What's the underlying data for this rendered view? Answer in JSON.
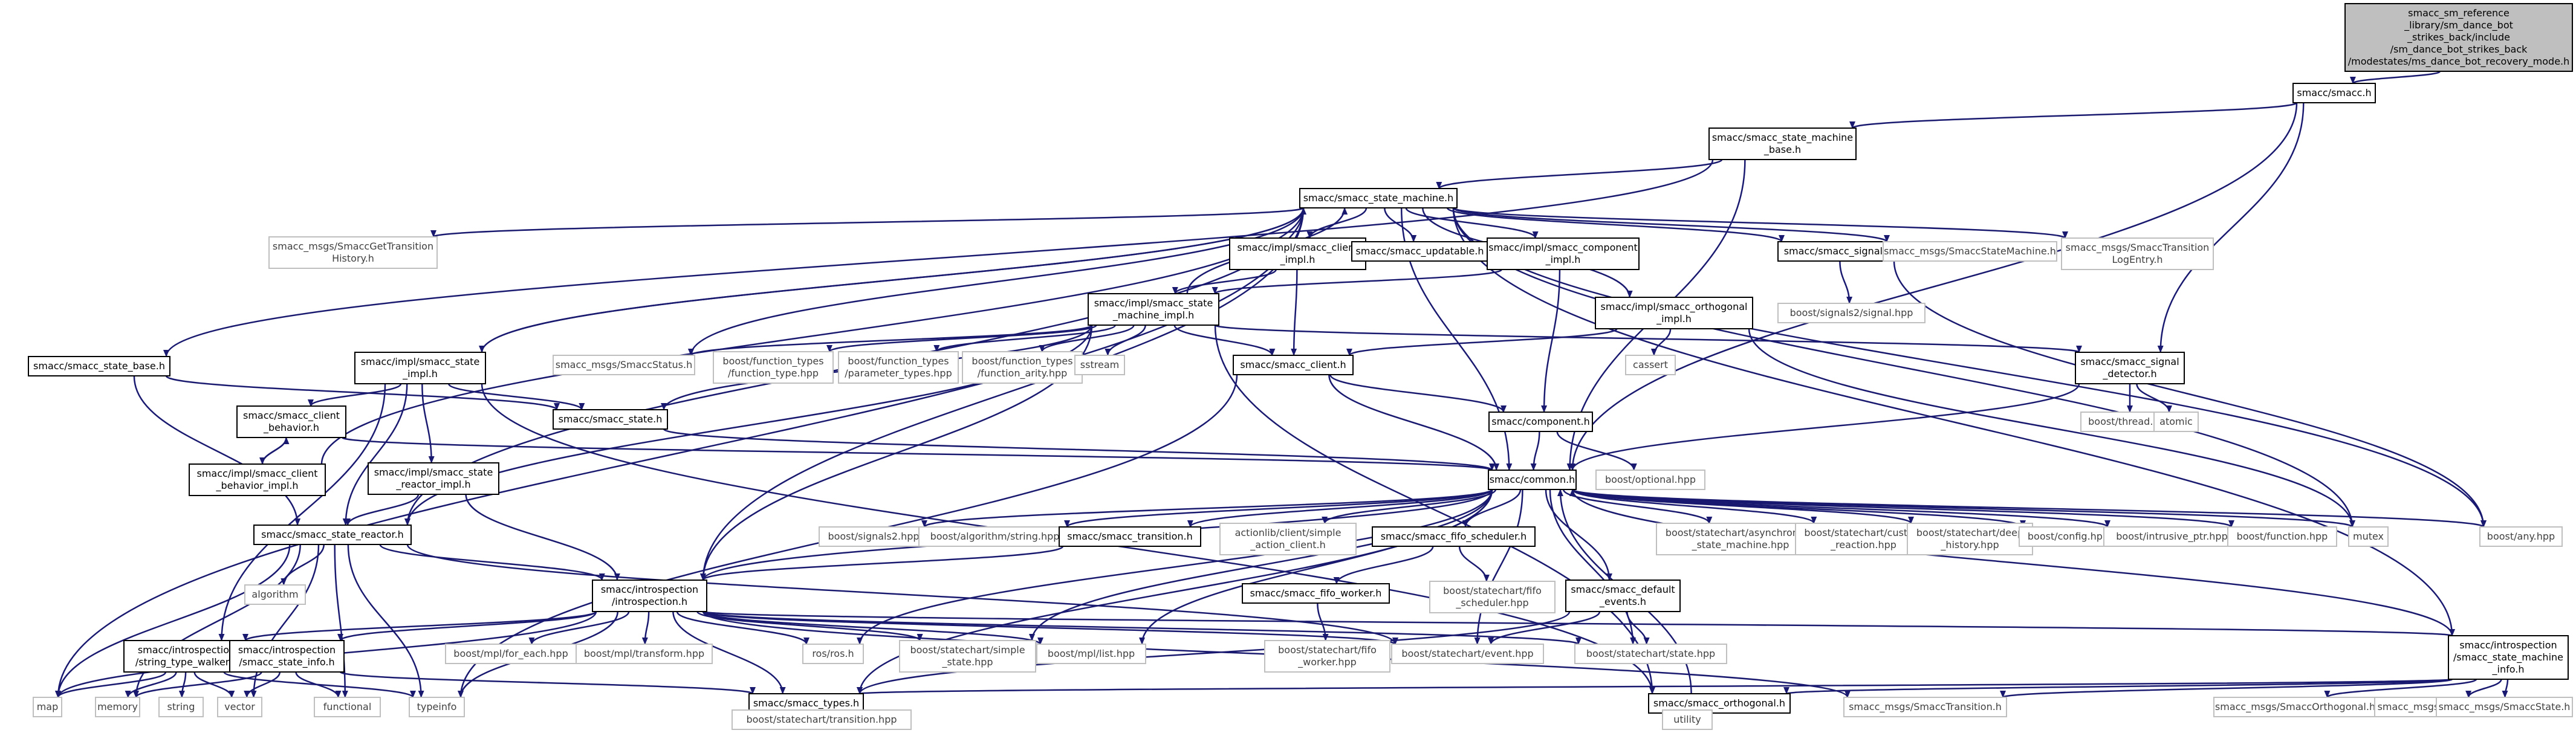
{
  "diagram": {
    "title": "smacc include dependency graph",
    "root_label": "smacc_sm_reference_library/sm_dance_bot_strikes_back/include/sm_dance_bot_strikes_back/modestates/ms_dance_bot_recovery_mode.h",
    "colors": {
      "edge": "#191970",
      "node_border": "#000000",
      "external_border": "#bfbfbf",
      "root_fill": "#bfbfbf"
    },
    "nodes": [
      {
        "id": "root",
        "lines": [
          "smacc_sm_reference",
          "_library/sm_dance_bot",
          "_strikes_back/include",
          "/sm_dance_bot_strikes_back",
          "/modestates/ms_dance_bot_recovery_mode.h"
        ],
        "kind": "root"
      },
      {
        "id": "smacc_h",
        "lines": [
          "smacc/smacc.h"
        ],
        "kind": "local"
      },
      {
        "id": "sm_base",
        "lines": [
          "smacc/smacc_state_machine",
          "_base.h"
        ],
        "kind": "local"
      },
      {
        "id": "sm",
        "lines": [
          "smacc/smacc_state_machine.h"
        ],
        "kind": "local"
      },
      {
        "id": "state_base",
        "lines": [
          "smacc/smacc_state_base.h"
        ],
        "kind": "local"
      },
      {
        "id": "getTransitionHistory",
        "lines": [
          "smacc_msgs/SmaccGetTransition",
          "History.h"
        ],
        "kind": "ext"
      },
      {
        "id": "client_impl",
        "lines": [
          "smacc/impl/smacc_client",
          "_impl.h"
        ],
        "kind": "local"
      },
      {
        "id": "updatable",
        "lines": [
          "smacc/smacc_updatable.h"
        ],
        "kind": "local"
      },
      {
        "id": "component_impl",
        "lines": [
          "smacc/impl/smacc_component",
          "_impl.h"
        ],
        "kind": "local"
      },
      {
        "id": "signal_h",
        "lines": [
          "smacc/smacc_signal.h"
        ],
        "kind": "local"
      },
      {
        "id": "msgStateMachine",
        "lines": [
          "smacc_msgs/SmaccStateMachine.h"
        ],
        "kind": "ext"
      },
      {
        "id": "msgTransitionLog",
        "lines": [
          "smacc_msgs/SmaccTransition",
          "LogEntry.h"
        ],
        "kind": "ext"
      },
      {
        "id": "sm_impl",
        "lines": [
          "smacc/impl/smacc_state",
          "_machine_impl.h"
        ],
        "kind": "local"
      },
      {
        "id": "orth_impl",
        "lines": [
          "smacc/impl/smacc_orthogonal",
          "_impl.h"
        ],
        "kind": "local"
      },
      {
        "id": "signals2_signal",
        "lines": [
          "boost/signals2/signal.hpp"
        ],
        "kind": "ext"
      },
      {
        "id": "state_impl",
        "lines": [
          "smacc/impl/smacc_state",
          "_impl.h"
        ],
        "kind": "local"
      },
      {
        "id": "msgStatus",
        "lines": [
          "smacc_msgs/SmaccStatus.h"
        ],
        "kind": "ext"
      },
      {
        "id": "fn_type",
        "lines": [
          "boost/function_types",
          "/function_type.hpp"
        ],
        "kind": "ext"
      },
      {
        "id": "param_types",
        "lines": [
          "boost/function_types",
          "/parameter_types.hpp"
        ],
        "kind": "ext"
      },
      {
        "id": "fn_arity",
        "lines": [
          "boost/function_types",
          "/function_arity.hpp"
        ],
        "kind": "ext"
      },
      {
        "id": "sstream",
        "lines": [
          "sstream"
        ],
        "kind": "ext"
      },
      {
        "id": "client_h",
        "lines": [
          "smacc/smacc_client.h"
        ],
        "kind": "local"
      },
      {
        "id": "cassert",
        "lines": [
          "cassert"
        ],
        "kind": "ext"
      },
      {
        "id": "sig_detector",
        "lines": [
          "smacc/smacc_signal",
          "_detector.h"
        ],
        "kind": "local"
      },
      {
        "id": "state_h",
        "lines": [
          "smacc/smacc_state.h"
        ],
        "kind": "local"
      },
      {
        "id": "client_behavior",
        "lines": [
          "smacc/smacc_client",
          "_behavior.h"
        ],
        "kind": "local"
      },
      {
        "id": "component_h",
        "lines": [
          "smacc/component.h"
        ],
        "kind": "local"
      },
      {
        "id": "boost_thread",
        "lines": [
          "boost/thread.hpp"
        ],
        "kind": "ext"
      },
      {
        "id": "atomic",
        "lines": [
          "atomic"
        ],
        "kind": "ext"
      },
      {
        "id": "cb_impl",
        "lines": [
          "smacc/impl/smacc_client",
          "_behavior_impl.h"
        ],
        "kind": "local"
      },
      {
        "id": "reactor_impl",
        "lines": [
          "smacc/impl/smacc_state",
          "_reactor_impl.h"
        ],
        "kind": "local"
      },
      {
        "id": "common",
        "lines": [
          "smacc/common.h"
        ],
        "kind": "local"
      },
      {
        "id": "optional",
        "lines": [
          "boost/optional.hpp"
        ],
        "kind": "ext"
      },
      {
        "id": "reactor",
        "lines": [
          "smacc/smacc_state_reactor.h"
        ],
        "kind": "local"
      },
      {
        "id": "signals2",
        "lines": [
          "boost/signals2.hpp"
        ],
        "kind": "ext"
      },
      {
        "id": "algo_string",
        "lines": [
          "boost/algorithm/string.hpp"
        ],
        "kind": "ext"
      },
      {
        "id": "transition_h",
        "lines": [
          "smacc/smacc_transition.h"
        ],
        "kind": "local"
      },
      {
        "id": "simple_action",
        "lines": [
          "actionlib/client/simple",
          "_action_client.h"
        ],
        "kind": "ext"
      },
      {
        "id": "fifo_sched",
        "lines": [
          "smacc/smacc_fifo_scheduler.h"
        ],
        "kind": "local"
      },
      {
        "id": "async_sm",
        "lines": [
          "boost/statechart/asynchronous",
          "_state_machine.hpp"
        ],
        "kind": "ext"
      },
      {
        "id": "custom_reaction",
        "lines": [
          "boost/statechart/custom",
          "_reaction.hpp"
        ],
        "kind": "ext"
      },
      {
        "id": "deep_history",
        "lines": [
          "boost/statechart/deep",
          "_history.hpp"
        ],
        "kind": "ext"
      },
      {
        "id": "config",
        "lines": [
          "boost/config.hpp"
        ],
        "kind": "ext"
      },
      {
        "id": "intrusive_ptr",
        "lines": [
          "boost/intrusive_ptr.hpp"
        ],
        "kind": "ext"
      },
      {
        "id": "function_hpp",
        "lines": [
          "boost/function.hpp"
        ],
        "kind": "ext"
      },
      {
        "id": "mutex",
        "lines": [
          "mutex"
        ],
        "kind": "ext"
      },
      {
        "id": "any",
        "lines": [
          "boost/any.hpp"
        ],
        "kind": "ext"
      },
      {
        "id": "algorithm",
        "lines": [
          "algorithm"
        ],
        "kind": "ext"
      },
      {
        "id": "introspection",
        "lines": [
          "smacc/introspection",
          "/introspection.h"
        ],
        "kind": "local"
      },
      {
        "id": "fifo_worker",
        "lines": [
          "smacc/smacc_fifo_worker.h"
        ],
        "kind": "local"
      },
      {
        "id": "fifo_scheduler_hpp",
        "lines": [
          "boost/statechart/fifo",
          "_scheduler.hpp"
        ],
        "kind": "ext"
      },
      {
        "id": "default_events",
        "lines": [
          "smacc/smacc_default",
          "_events.h"
        ],
        "kind": "local"
      },
      {
        "id": "map",
        "lines": [
          "map"
        ],
        "kind": "ext"
      },
      {
        "id": "stw",
        "lines": [
          "smacc/introspection",
          "/string_type_walker.h"
        ],
        "kind": "local"
      },
      {
        "id": "ssi",
        "lines": [
          "smacc/introspection",
          "/smacc_state_info.h"
        ],
        "kind": "local"
      },
      {
        "id": "for_each",
        "lines": [
          "boost/mpl/for_each.hpp"
        ],
        "kind": "ext"
      },
      {
        "id": "mpl_transform",
        "lines": [
          "boost/mpl/transform.hpp"
        ],
        "kind": "ext"
      },
      {
        "id": "rosros",
        "lines": [
          "ros/ros.h"
        ],
        "kind": "ext"
      },
      {
        "id": "simple_state",
        "lines": [
          "boost/statechart/simple",
          "_state.hpp"
        ],
        "kind": "ext"
      },
      {
        "id": "mpl_list",
        "lines": [
          "boost/mpl/list.hpp"
        ],
        "kind": "ext"
      },
      {
        "id": "fifo_worker_hpp",
        "lines": [
          "boost/statechart/fifo",
          "_worker.hpp"
        ],
        "kind": "ext"
      },
      {
        "id": "event_hpp",
        "lines": [
          "boost/statechart/event.hpp"
        ],
        "kind": "ext"
      },
      {
        "id": "state_hpp",
        "lines": [
          "boost/statechart/state.hpp"
        ],
        "kind": "ext"
      },
      {
        "id": "smi",
        "lines": [
          "smacc/introspection",
          "/smacc_state_machine",
          "_info.h"
        ],
        "kind": "local"
      },
      {
        "id": "memory",
        "lines": [
          "memory"
        ],
        "kind": "ext"
      },
      {
        "id": "string",
        "lines": [
          "string"
        ],
        "kind": "ext"
      },
      {
        "id": "vector",
        "lines": [
          "vector"
        ],
        "kind": "ext"
      },
      {
        "id": "functional",
        "lines": [
          "functional"
        ],
        "kind": "ext"
      },
      {
        "id": "typeinfo",
        "lines": [
          "typeinfo"
        ],
        "kind": "ext"
      },
      {
        "id": "types",
        "lines": [
          "smacc/smacc_types.h"
        ],
        "kind": "local"
      },
      {
        "id": "orthogonal",
        "lines": [
          "smacc/smacc_orthogonal.h"
        ],
        "kind": "local"
      },
      {
        "id": "msgTransition",
        "lines": [
          "smacc_msgs/SmaccTransition.h"
        ],
        "kind": "ext"
      },
      {
        "id": "msgOrthogonal",
        "lines": [
          "smacc_msgs/SmaccOrthogonal.h"
        ],
        "kind": "ext"
      },
      {
        "id": "msgStateReactor",
        "lines": [
          "smacc_msgs/SmaccStateReactor.h"
        ],
        "kind": "ext"
      },
      {
        "id": "msgState",
        "lines": [
          "smacc_msgs/SmaccState.h"
        ],
        "kind": "ext"
      },
      {
        "id": "sc_transition",
        "lines": [
          "boost/statechart/transition.hpp"
        ],
        "kind": "ext"
      },
      {
        "id": "utility",
        "lines": [
          "utility"
        ],
        "kind": "ext"
      }
    ],
    "edges": [
      [
        "root",
        "smacc_h"
      ],
      [
        "smacc_h",
        "sm_base"
      ],
      [
        "smacc_h",
        "common"
      ],
      [
        "smacc_h",
        "sig_detector"
      ],
      [
        "sm_base",
        "sm"
      ],
      [
        "sm_base",
        "state_base"
      ],
      [
        "sm_base",
        "common"
      ],
      [
        "sm",
        "getTransitionHistory"
      ],
      [
        "sm",
        "client_impl"
      ],
      [
        "sm",
        "updatable"
      ],
      [
        "sm",
        "component_impl"
      ],
      [
        "sm",
        "signal_h"
      ],
      [
        "sm",
        "msgStateMachine"
      ],
      [
        "sm",
        "msgTransitionLog"
      ],
      [
        "sm",
        "orth_impl"
      ],
      [
        "sm",
        "state_impl"
      ],
      [
        "sm",
        "msgStatus"
      ],
      [
        "sm",
        "common"
      ],
      [
        "sm",
        "introspection"
      ],
      [
        "sm",
        "smi"
      ],
      [
        "sm",
        "map"
      ],
      [
        "sm",
        "any"
      ],
      [
        "sm",
        "mutex"
      ],
      [
        "sm",
        "reactor"
      ],
      [
        "client_impl",
        "sm_impl"
      ],
      [
        "client_impl",
        "client_h"
      ],
      [
        "component_impl",
        "component_h"
      ],
      [
        "component_impl",
        "sm_impl"
      ],
      [
        "signal_h",
        "signals2_signal"
      ],
      [
        "signal_h",
        "any"
      ],
      [
        "sm_impl",
        "sm"
      ],
      [
        "sm_impl",
        "msgStatus"
      ],
      [
        "sm_impl",
        "fn_type"
      ],
      [
        "sm_impl",
        "param_types"
      ],
      [
        "sm_impl",
        "fn_arity"
      ],
      [
        "sm_impl",
        "sstream"
      ],
      [
        "sm_impl",
        "client_h"
      ],
      [
        "sm_impl",
        "sig_detector"
      ],
      [
        "sm_impl",
        "state_h"
      ],
      [
        "sm_impl",
        "reactor"
      ],
      [
        "sm_impl",
        "introspection"
      ],
      [
        "sm_impl",
        "orthogonal"
      ],
      [
        "orth_impl",
        "cassert"
      ],
      [
        "orth_impl",
        "client_h"
      ],
      [
        "orth_impl",
        "mutex"
      ],
      [
        "state_impl",
        "sm"
      ],
      [
        "state_impl",
        "state_h"
      ],
      [
        "state_impl",
        "client_behavior"
      ],
      [
        "state_impl",
        "reactor_impl"
      ],
      [
        "state_impl",
        "reactor"
      ],
      [
        "state_impl",
        "stw"
      ],
      [
        "state_impl",
        "orthogonal"
      ],
      [
        "state_base",
        "state_h"
      ],
      [
        "state_base",
        "reactor"
      ],
      [
        "client_h",
        "common"
      ],
      [
        "client_h",
        "component_h"
      ],
      [
        "client_h",
        "typeinfo"
      ],
      [
        "sig_detector",
        "boost_thread"
      ],
      [
        "sig_detector",
        "atomic"
      ],
      [
        "sig_detector",
        "common"
      ],
      [
        "state_h",
        "common"
      ],
      [
        "client_behavior",
        "common"
      ],
      [
        "client_behavior",
        "cb_impl"
      ],
      [
        "cb_impl",
        "client_behavior"
      ],
      [
        "cb_impl",
        "sm"
      ],
      [
        "component_h",
        "common"
      ],
      [
        "component_h",
        "optional"
      ],
      [
        "reactor_impl",
        "reactor"
      ],
      [
        "reactor_impl",
        "introspection"
      ],
      [
        "common",
        "signals2"
      ],
      [
        "common",
        "algo_string"
      ],
      [
        "common",
        "transition_h"
      ],
      [
        "common",
        "simple_action"
      ],
      [
        "common",
        "fifo_sched"
      ],
      [
        "common",
        "async_sm"
      ],
      [
        "common",
        "custom_reaction"
      ],
      [
        "common",
        "deep_history"
      ],
      [
        "common",
        "config"
      ],
      [
        "common",
        "intrusive_ptr"
      ],
      [
        "common",
        "function_hpp"
      ],
      [
        "common",
        "mutex"
      ],
      [
        "common",
        "any"
      ],
      [
        "common",
        "introspection"
      ],
      [
        "common",
        "default_events"
      ],
      [
        "common",
        "rosros"
      ],
      [
        "common",
        "simple_state"
      ],
      [
        "common",
        "mpl_list"
      ],
      [
        "common",
        "event_hpp"
      ],
      [
        "common",
        "state_hpp"
      ],
      [
        "common",
        "types"
      ],
      [
        "reactor",
        "algorithm"
      ],
      [
        "reactor",
        "introspection"
      ],
      [
        "reactor",
        "map"
      ],
      [
        "reactor",
        "memory"
      ],
      [
        "reactor",
        "vector"
      ],
      [
        "reactor",
        "functional"
      ],
      [
        "reactor",
        "typeinfo"
      ],
      [
        "reactor",
        "event_hpp"
      ],
      [
        "transition_h",
        "introspection"
      ],
      [
        "fifo_sched",
        "fifo_worker"
      ],
      [
        "fifo_sched",
        "fifo_scheduler_hpp"
      ],
      [
        "fifo_worker",
        "fifo_worker_hpp"
      ],
      [
        "default_events",
        "event_hpp"
      ],
      [
        "default_events",
        "state_hpp"
      ],
      [
        "default_events",
        "types"
      ],
      [
        "introspection",
        "stw"
      ],
      [
        "introspection",
        "ssi"
      ],
      [
        "introspection",
        "for_each"
      ],
      [
        "introspection",
        "mpl_transform"
      ],
      [
        "introspection",
        "rosros"
      ],
      [
        "introspection",
        "simple_state"
      ],
      [
        "introspection",
        "mpl_list"
      ],
      [
        "introspection",
        "event_hpp"
      ],
      [
        "introspection",
        "state_hpp"
      ],
      [
        "introspection",
        "smi"
      ],
      [
        "introspection",
        "types"
      ],
      [
        "introspection",
        "typeinfo"
      ],
      [
        "introspection",
        "map"
      ],
      [
        "introspection",
        "msgTransition"
      ],
      [
        "stw",
        "map"
      ],
      [
        "stw",
        "memory"
      ],
      [
        "stw",
        "string"
      ],
      [
        "stw",
        "vector"
      ],
      [
        "stw",
        "typeinfo"
      ],
      [
        "ssi",
        "vector"
      ],
      [
        "ssi",
        "functional"
      ],
      [
        "ssi",
        "types"
      ],
      [
        "ssi",
        "memory"
      ],
      [
        "smi",
        "common"
      ],
      [
        "smi",
        "orthogonal"
      ],
      [
        "smi",
        "msgTransition"
      ],
      [
        "smi",
        "msgOrthogonal"
      ],
      [
        "smi",
        "msgStateReactor"
      ],
      [
        "smi",
        "msgState"
      ],
      [
        "smi",
        "types"
      ],
      [
        "types",
        "sc_transition"
      ],
      [
        "orthogonal",
        "common"
      ],
      [
        "orthogonal",
        "utility"
      ]
    ]
  }
}
